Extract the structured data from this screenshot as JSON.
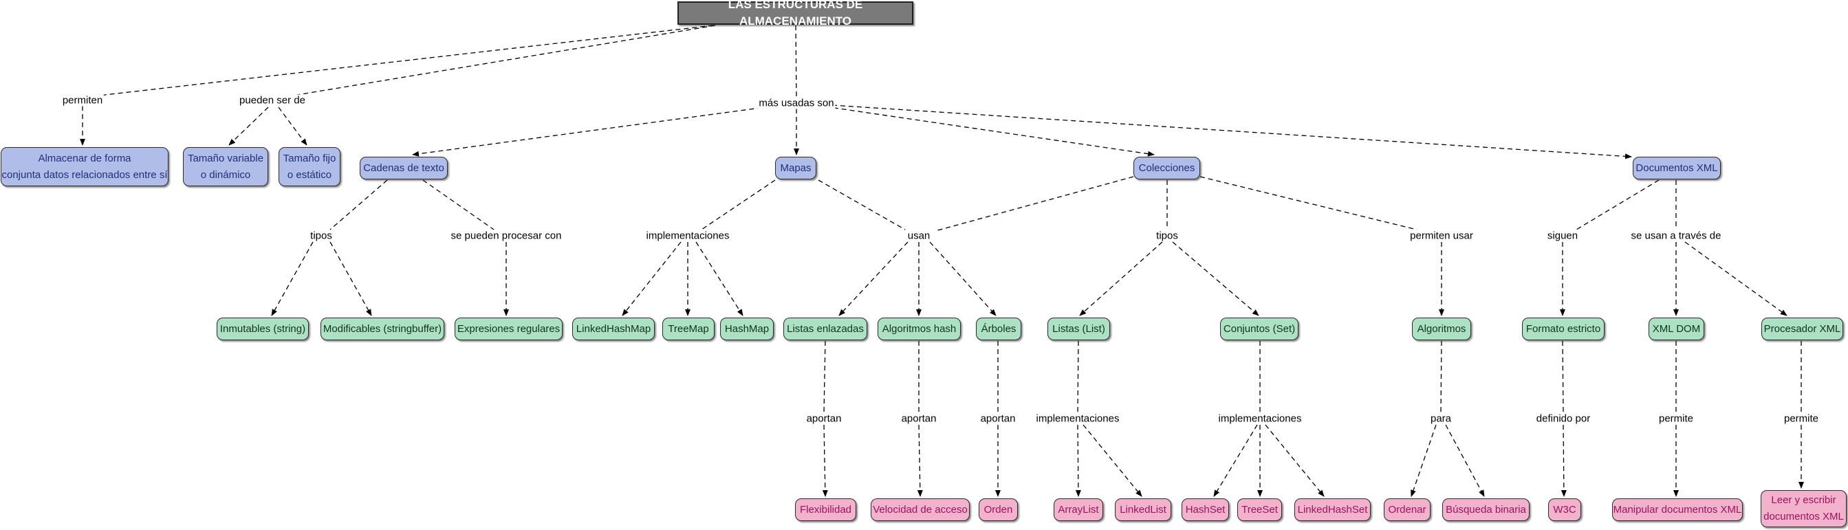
{
  "title": "LAS ESTRUCTURAS DE ALMACENAMIENTO",
  "nodes": {
    "almacenar": "Almacenar de forma\nconjunta datos relacionados entre sí",
    "tamano_variable": "Tamaño variable\no dinámico",
    "tamano_fijo": "Tamaño fijo\no estático",
    "cadenas": "Cadenas de texto",
    "mapas": "Mapas",
    "colecciones": "Colecciones",
    "documentos_xml": "Documentos XML",
    "inmutables": "Inmutables (string)",
    "modificables": "Modificables (stringbuffer)",
    "expresiones": "Expresiones regulares",
    "linkedhashmap": "LinkedHashMap",
    "treemap": "TreeMap",
    "hashmap": "HashMap",
    "listas_enlazadas": "Listas enlazadas",
    "algoritmos_hash": "Algoritmos hash",
    "arboles": "Árboles",
    "listas_list": "Listas (List)",
    "conjuntos_set": "Conjuntos (Set)",
    "algoritmos": "Algoritmos",
    "formato_estricto": "Formato estricto",
    "xml_dom": "XML DOM",
    "procesador_xml": "Procesador XML",
    "flexibilidad": "Flexibilidad",
    "velocidad": "Velocidad de acceso",
    "orden": "Orden",
    "arraylist": "ArrayList",
    "linkedlist": "LinkedList",
    "hashset": "HashSet",
    "treeset": "TreeSet",
    "linkedhashset": "LinkedHashSet",
    "ordenar": "Ordenar",
    "busqueda": "Búsqueda binaria",
    "w3c": "W3C",
    "manipular": "Manipular documentos XML",
    "leer": "Leer y escribir\ndocumentos XML"
  },
  "phrases": {
    "permiten": "permiten",
    "pueden_ser_de": "pueden ser de",
    "mas_usadas_son": "más usadas son",
    "tipos_1": "tipos",
    "se_pueden_procesar_con": "se pueden procesar con",
    "implementaciones_1": "implementaciones",
    "usan": "usan",
    "tipos_2": "tipos",
    "permiten_usar": "permiten usar",
    "siguen": "siguen",
    "se_usan_a_traves_de": "se usan a través de",
    "aportan_1": "aportan",
    "aportan_2": "aportan",
    "aportan_3": "aportan",
    "implementaciones_2": "implementaciones",
    "implementaciones_3": "implementaciones",
    "para": "para",
    "definido_por": "definido por",
    "permite_1": "permite",
    "permite_2": "permite"
  },
  "colors": {
    "title_bg": "#7a7a7a",
    "level1_bg": "#b0bde9",
    "level2_bg": "#ace2c3",
    "level3_bg": "#f3b2cc",
    "link": "#000000"
  }
}
